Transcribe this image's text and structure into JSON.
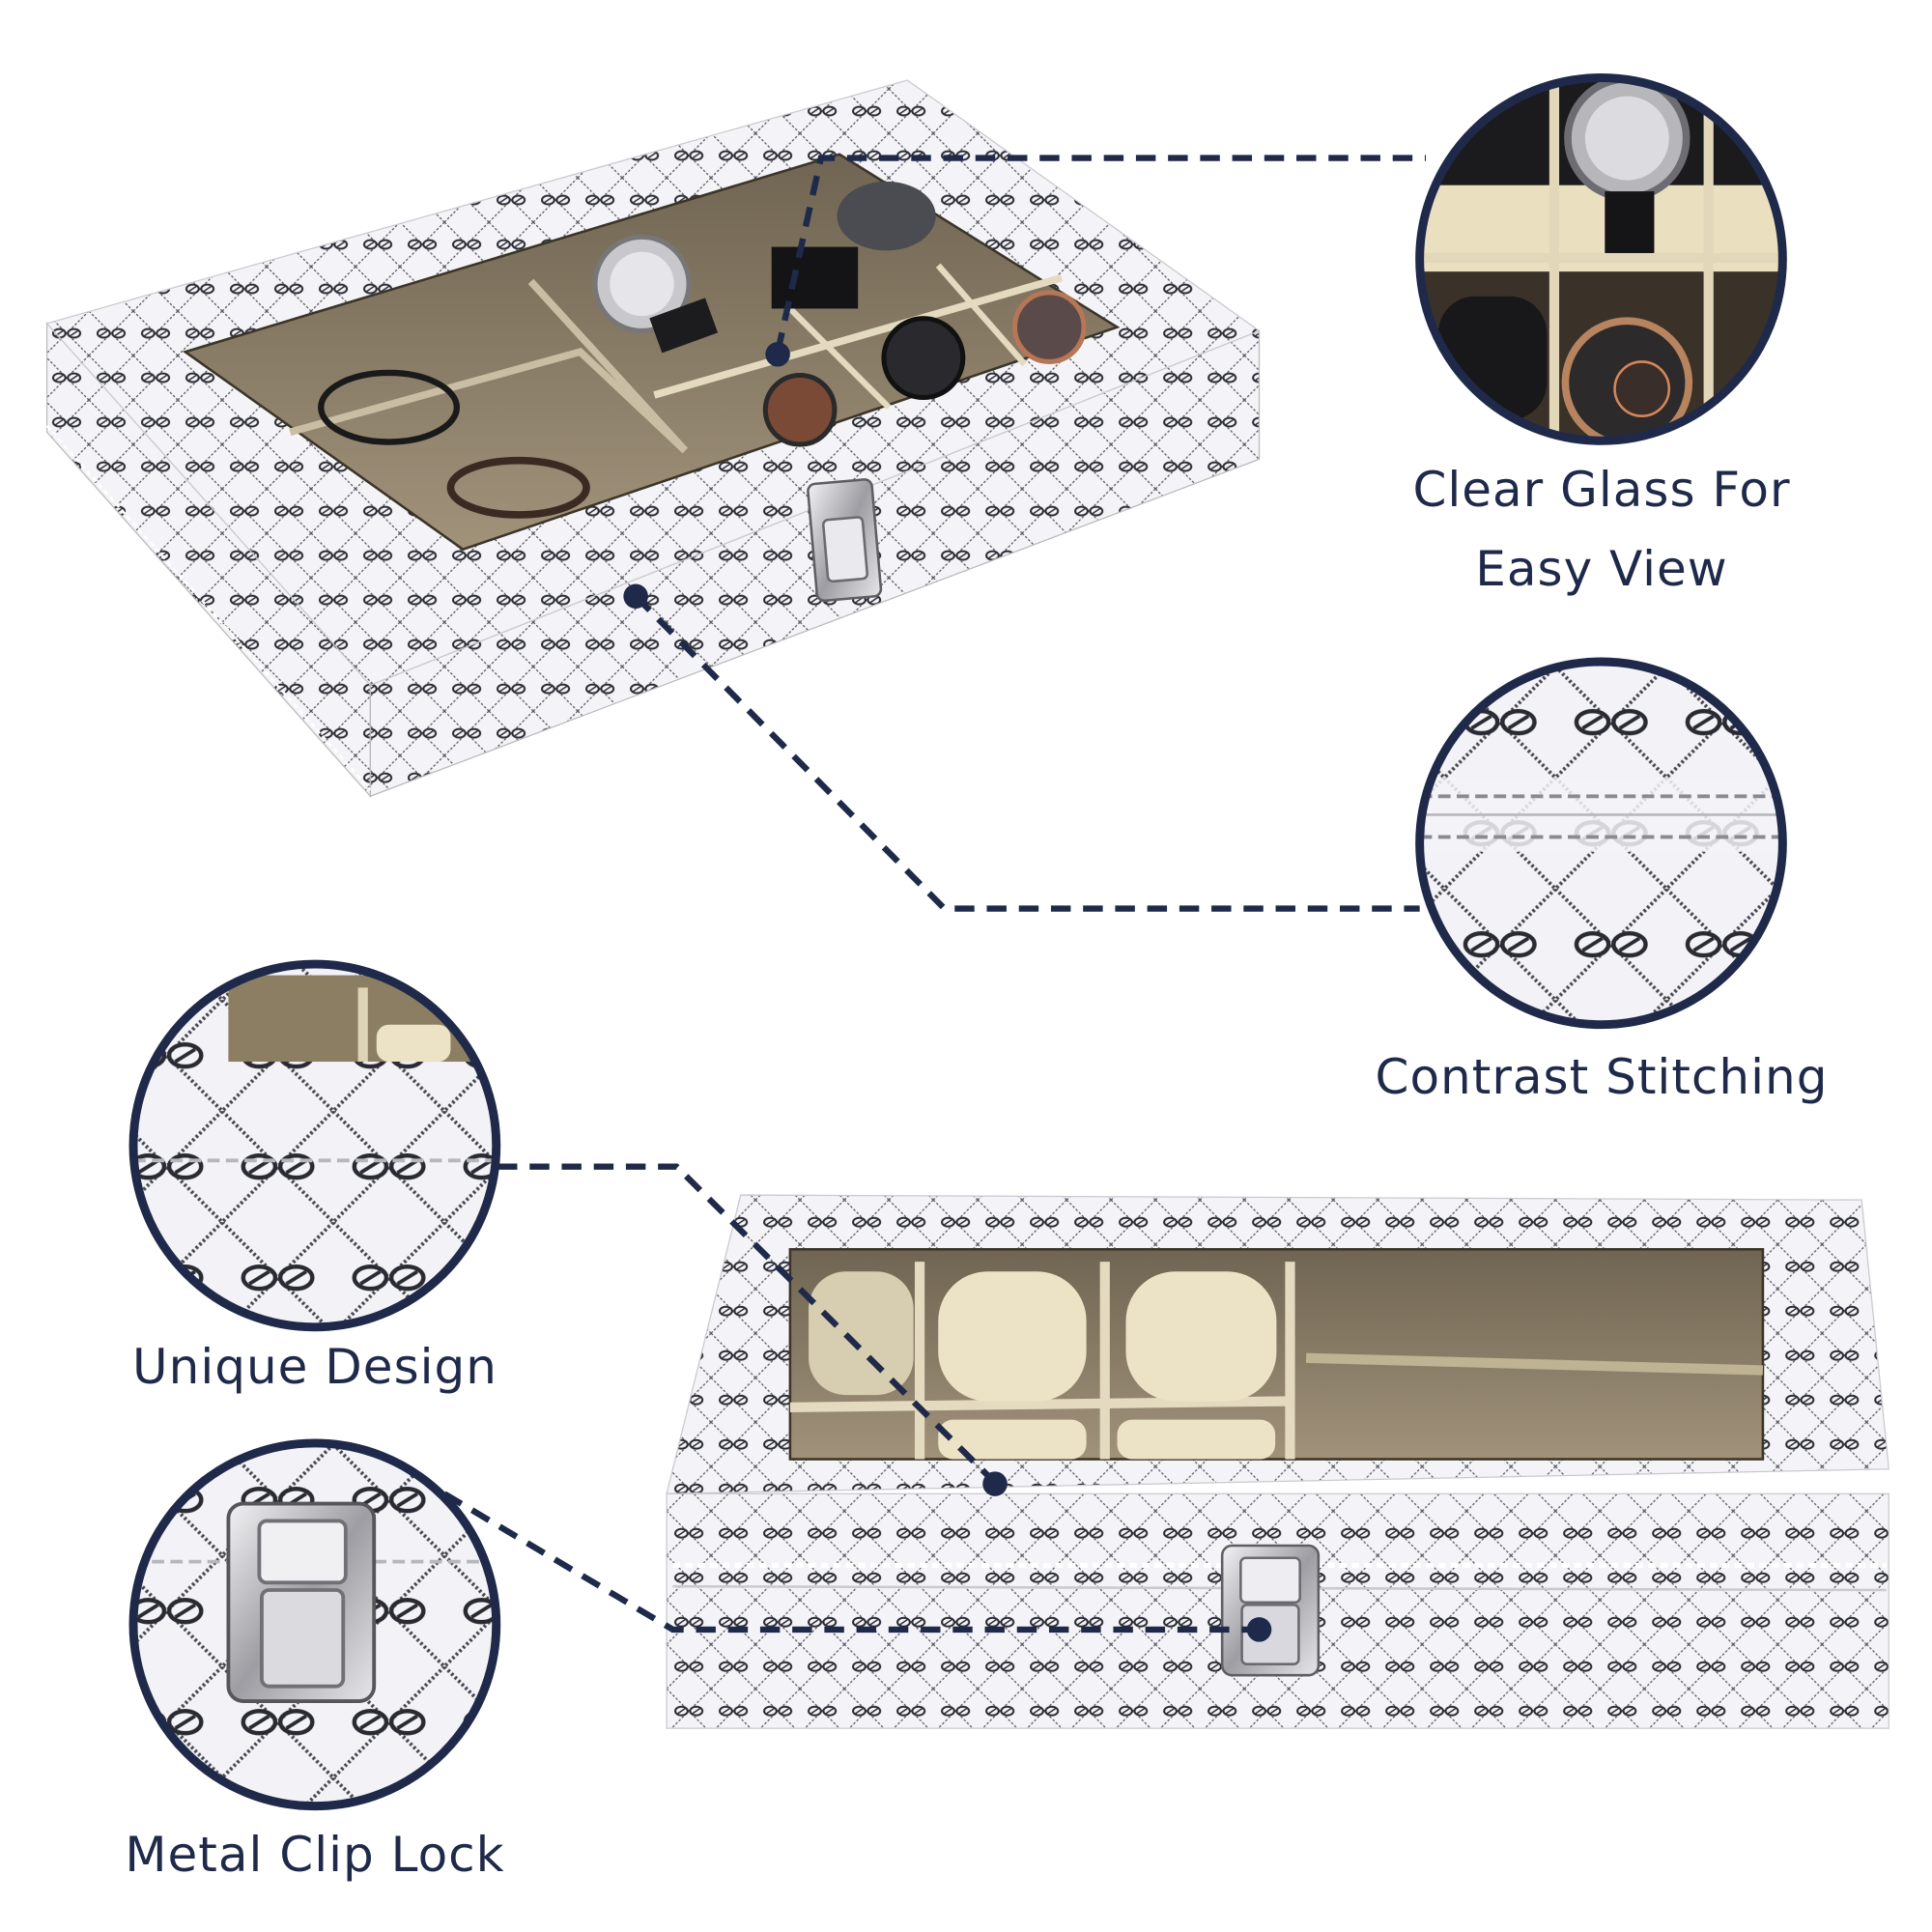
{
  "colors": {
    "accent": "#1f2a4a",
    "background": "#ffffff",
    "box_white": "#f4f4f8",
    "pattern_ink": "#2a2a33",
    "velvet_tan": "#8c7e62",
    "cushion_cream": "#ece3c6",
    "metal": "#c9c9cc"
  },
  "features": [
    {
      "id": "clear-glass",
      "label_line1": "Clear Glass For",
      "label_line2": "Easy View",
      "icon": "watch-compartments-closeup"
    },
    {
      "id": "contrast-stitching",
      "label_line1": "Contrast Stitching",
      "icon": "stitching-closeup"
    },
    {
      "id": "unique-design",
      "label_line1": "Unique Design",
      "icon": "pattern-closeup"
    },
    {
      "id": "metal-clip-lock",
      "label_line1": "Metal Clip Lock",
      "icon": "clip-lock-closeup"
    }
  ],
  "products": [
    {
      "id": "top-box",
      "view": "angled",
      "compartments": "watch slots and eyewear slots with watches"
    },
    {
      "id": "bottom-box",
      "view": "front",
      "compartments": "empty watch pillows and eyewear slots"
    }
  ]
}
